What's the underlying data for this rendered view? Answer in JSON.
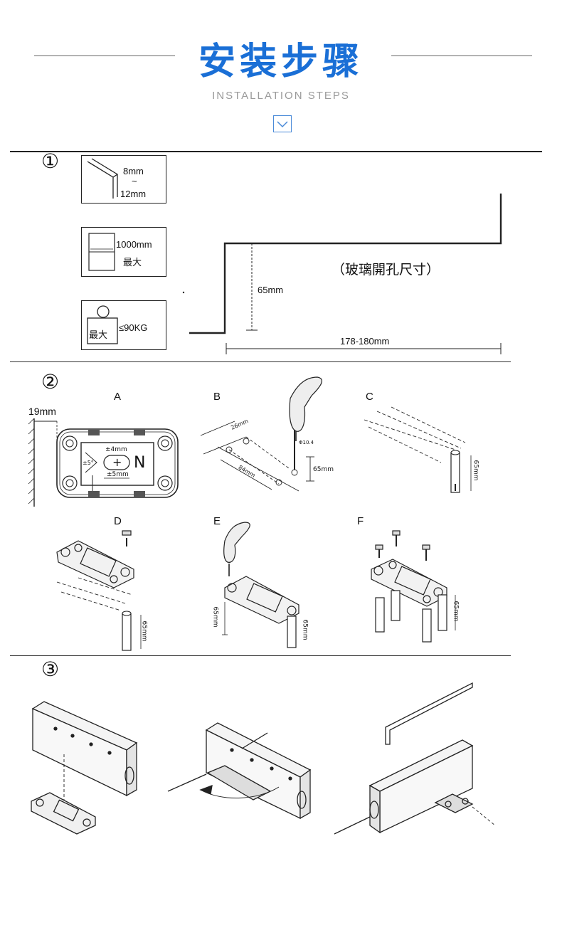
{
  "header": {
    "title": "安装步骤",
    "subtitle": "INSTALLATION STEPS"
  },
  "step1": {
    "number": "①",
    "thickness_top": "8mm",
    "thickness_sep": "~",
    "thickness_bottom": "12mm",
    "width_value": "1000mm",
    "width_note": "最大",
    "weight_badge": "最大",
    "weight_value": "≤90KG",
    "cutout_label": "（玻璃開孔尺寸）",
    "height_dim": "65mm",
    "length_dim": "178-180mm"
  },
  "step2": {
    "number": "②",
    "letters": [
      "A",
      "B",
      "C",
      "D",
      "E",
      "F"
    ],
    "wall_dim": "19mm",
    "a_dim_4": "±4mm",
    "a_dim_5": "±5mm",
    "a_angle": "±5°",
    "a_plus": "+",
    "a_n": "N",
    "b_dim_26": "26mm",
    "b_dim_84": "84mm",
    "b_dim_phi": "Φ10.4",
    "b_dim_65": "65mm",
    "c_dim_65": "65mm",
    "d_dim_65": "65mm",
    "e_dim_65a": "65mm",
    "e_dim_65b": "65mm",
    "f_dim_65": "65mm"
  },
  "step3": {
    "number": "③"
  },
  "colors": {
    "accent": "#1a6fd6",
    "line": "#222222",
    "muted": "#9a9a9a"
  }
}
